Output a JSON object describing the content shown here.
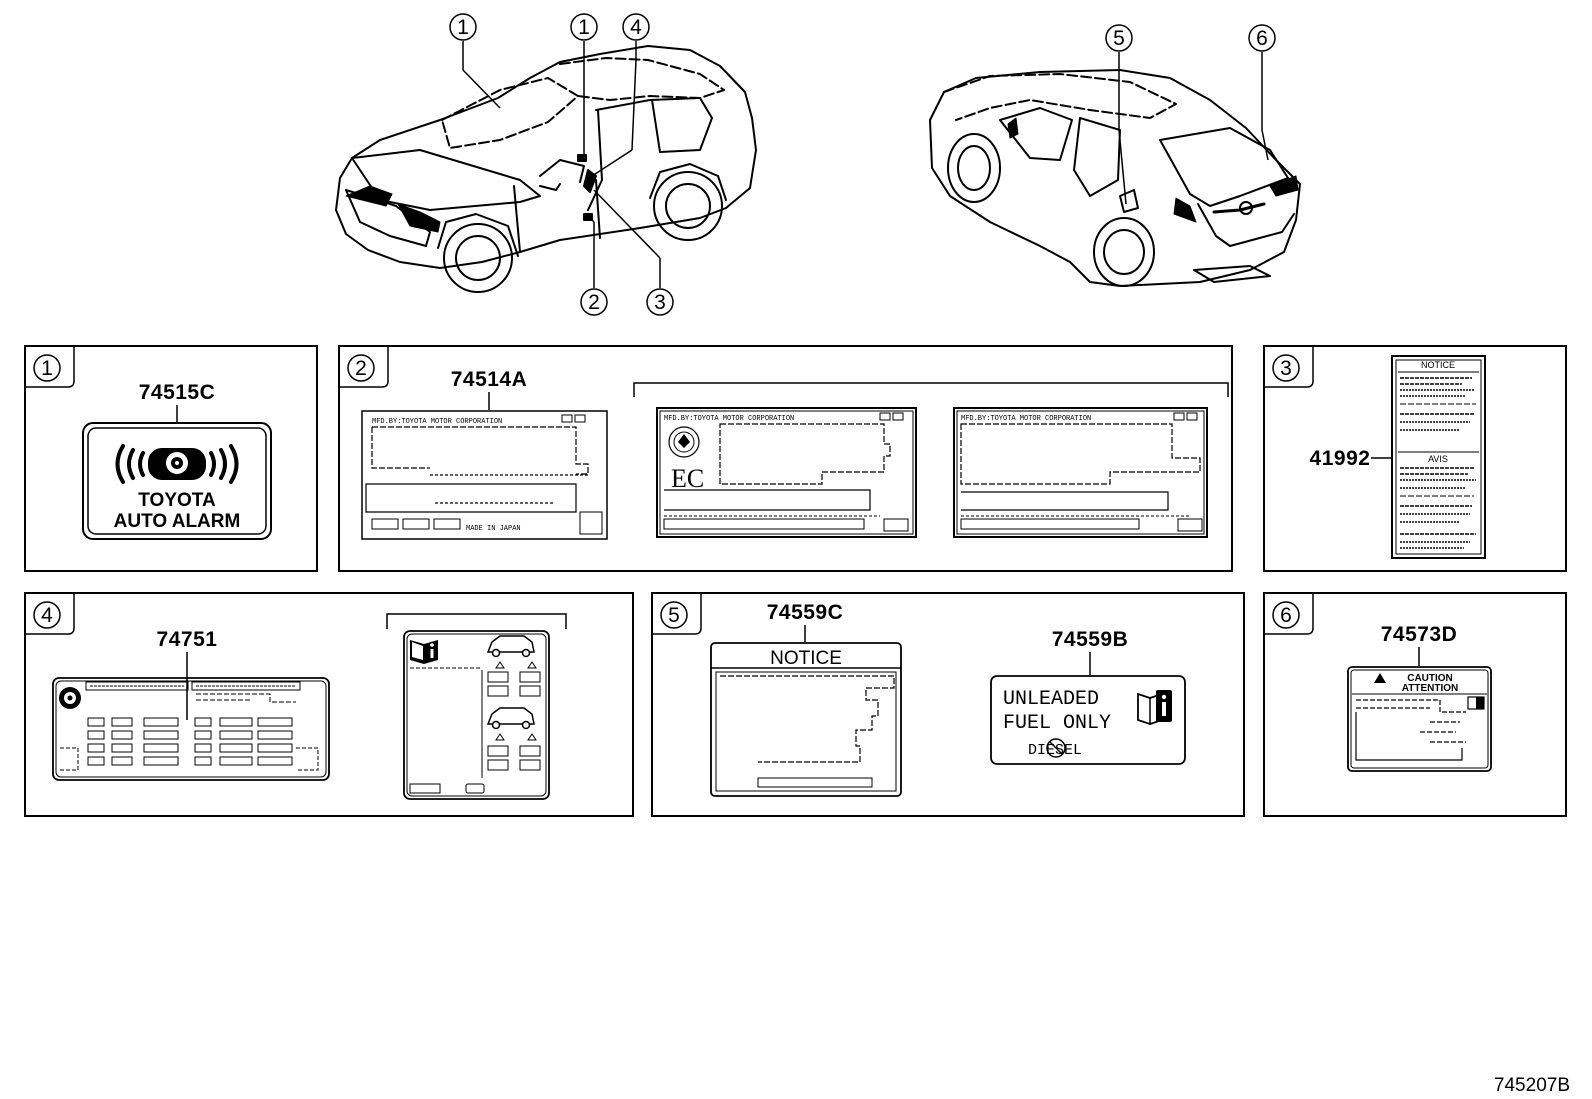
{
  "diagram_id": "745207B",
  "callouts": [
    "1",
    "1",
    "4",
    "2",
    "3",
    "5",
    "6"
  ],
  "panels": [
    {
      "number": "1",
      "part_numbers": [
        "74515C"
      ],
      "label_lines": [
        "TOYOTA",
        "AUTO ALARM"
      ]
    },
    {
      "number": "2",
      "part_numbers": [
        "74514A"
      ],
      "label_header": "MFD.BY:TOYOTA MOTOR CORPORATION",
      "label_footer": "MADE IN JAPAN",
      "variant_mark": "EC"
    },
    {
      "number": "3",
      "part_numbers": [
        "41992"
      ],
      "label_lines": [
        "NOTICE",
        "AVIS"
      ]
    },
    {
      "number": "4",
      "part_numbers": [
        "74751"
      ]
    },
    {
      "number": "5",
      "part_numbers": [
        "74559C",
        "74559B"
      ],
      "notice_title": "NOTICE",
      "fuel_lines": [
        "UNLEADED",
        "FUEL ONLY",
        "DIESEL"
      ]
    },
    {
      "number": "6",
      "part_numbers": [
        "74573D"
      ],
      "caution_lines": [
        "CAUTION",
        "ATTENTION"
      ]
    }
  ]
}
